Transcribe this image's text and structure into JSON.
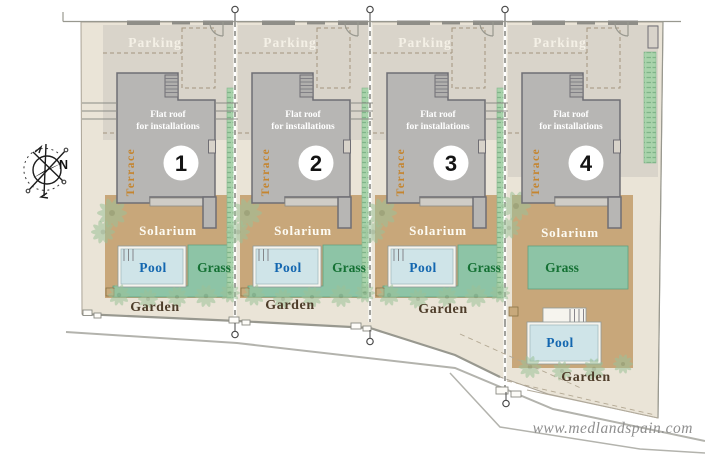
{
  "plan": {
    "watermark": "www.medlandspain.com",
    "compass": {
      "north_label": "N"
    },
    "labels": {
      "parking": "Parking",
      "flat_roof_line1": "Flat roof",
      "flat_roof_line2": "for installations",
      "terrace": "Terrace",
      "solarium": "Solarium",
      "pool": "Pool",
      "grass": "Grass",
      "garden": "Garden"
    },
    "plots": [
      {
        "number": "1"
      },
      {
        "number": "2"
      },
      {
        "number": "3"
      },
      {
        "number": "4"
      }
    ],
    "colors": {
      "site_background": "#eae4d7",
      "parking_area": "#d9d4ca",
      "building": "#b7b6b4",
      "solarium_deck": "#c8a77a",
      "grass": "#8dc4a6",
      "pool_water": "#cfe4e8",
      "hedge": "#a9d3ab",
      "pool_text": "#1467b0",
      "grass_text": "#157134",
      "garden_text": "#4e3d2a",
      "terrace_text": "#c5852f"
    }
  }
}
